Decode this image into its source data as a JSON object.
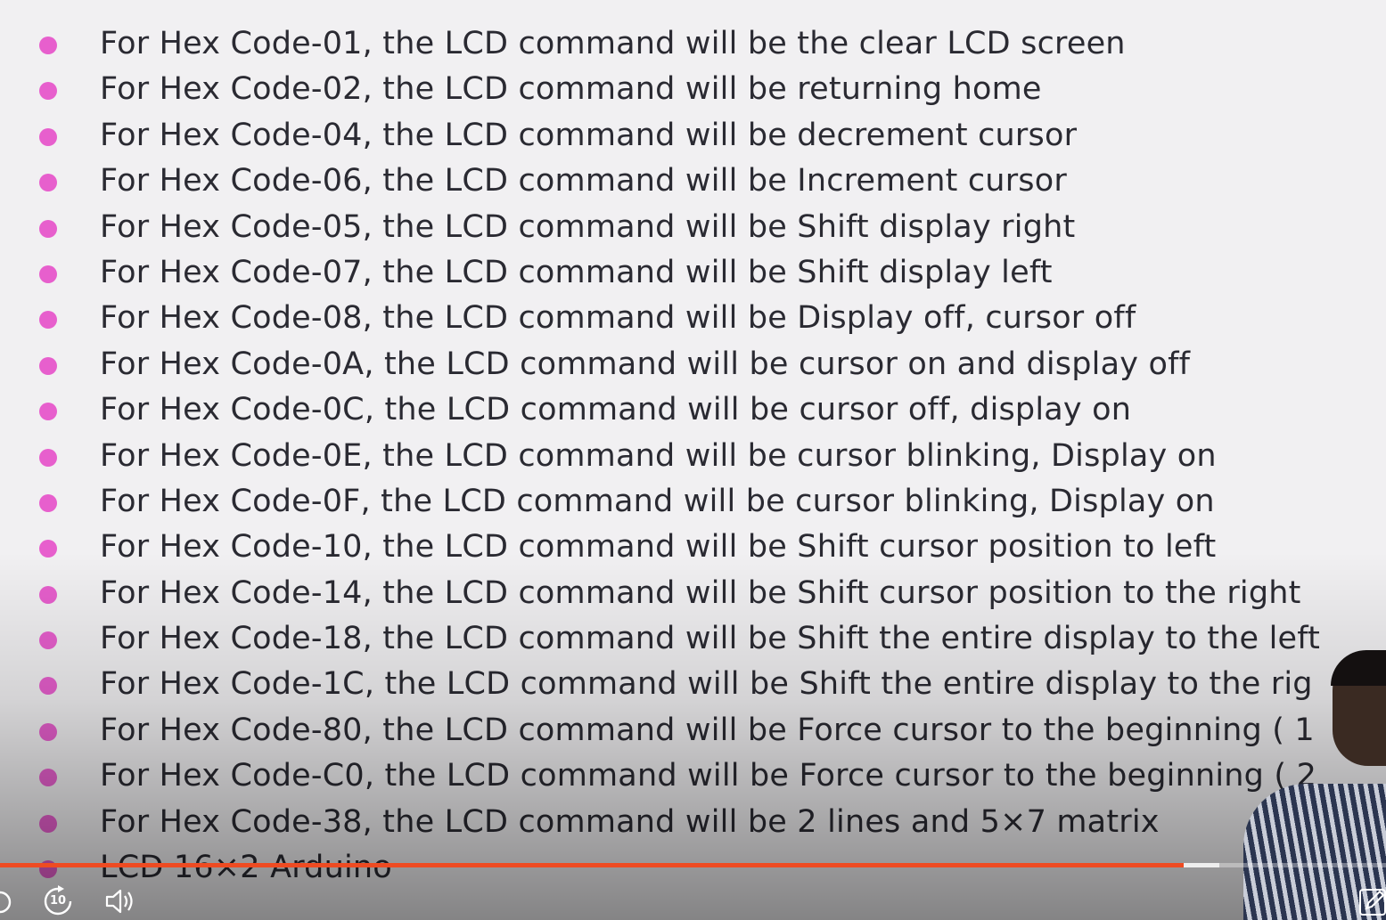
{
  "slide": {
    "items": [
      {
        "text": "For Hex Code-01, the LCD command will be the clear LCD screen"
      },
      {
        "text": "For Hex Code-02, the LCD command will be returning home"
      },
      {
        "text": "For Hex Code-04, the LCD command will be decrement cursor"
      },
      {
        "text": "For Hex Code-06, the LCD command will be Increment cursor"
      },
      {
        "text": "For Hex Code-05, the LCD command will be Shift display right"
      },
      {
        "text": "For Hex Code-07, the LCD command will be Shift display left"
      },
      {
        "text": "For Hex Code-08, the LCD command will be Display off, cursor off"
      },
      {
        "text": "For Hex Code-0A, the LCD command will be cursor on and display off"
      },
      {
        "text": "For Hex Code-0C, the LCD command will be cursor off, display on"
      },
      {
        "text": "For Hex Code-0E, the LCD command will be cursor blinking, Display on"
      },
      {
        "text": "For Hex Code-0F, the LCD command will be cursor blinking, Display on"
      },
      {
        "text": "For Hex Code-10, the LCD command will be Shift cursor position to left"
      },
      {
        "text": "For Hex Code-14, the LCD command will be Shift cursor position to the right"
      },
      {
        "text": "For Hex Code-18, the LCD command will be Shift the entire display to the left"
      },
      {
        "text": "For Hex Code-1C, the LCD command will be Shift the entire display to the rig"
      },
      {
        "text": "For Hex Code-80, the LCD command will be Force cursor to the beginning ( 1"
      },
      {
        "text": "For Hex Code-C0, the LCD command will be Force cursor to the beginning ( 2"
      },
      {
        "text": "For Hex Code-38, the LCD command will be 2 lines and 5×7 matrix"
      },
      {
        "text": "LCD 16×2 Arduino"
      }
    ],
    "bullet_color": "#e75fcd",
    "text_color": "#2a2a32"
  },
  "player": {
    "progress_fraction": 0.854,
    "buffered_fraction": 0.88,
    "progress_color": "#ee4b22",
    "skip_forward_seconds": "10",
    "icons": [
      "rewind-icon",
      "skip-forward-10-icon",
      "volume-icon",
      "annotate-icon"
    ]
  }
}
